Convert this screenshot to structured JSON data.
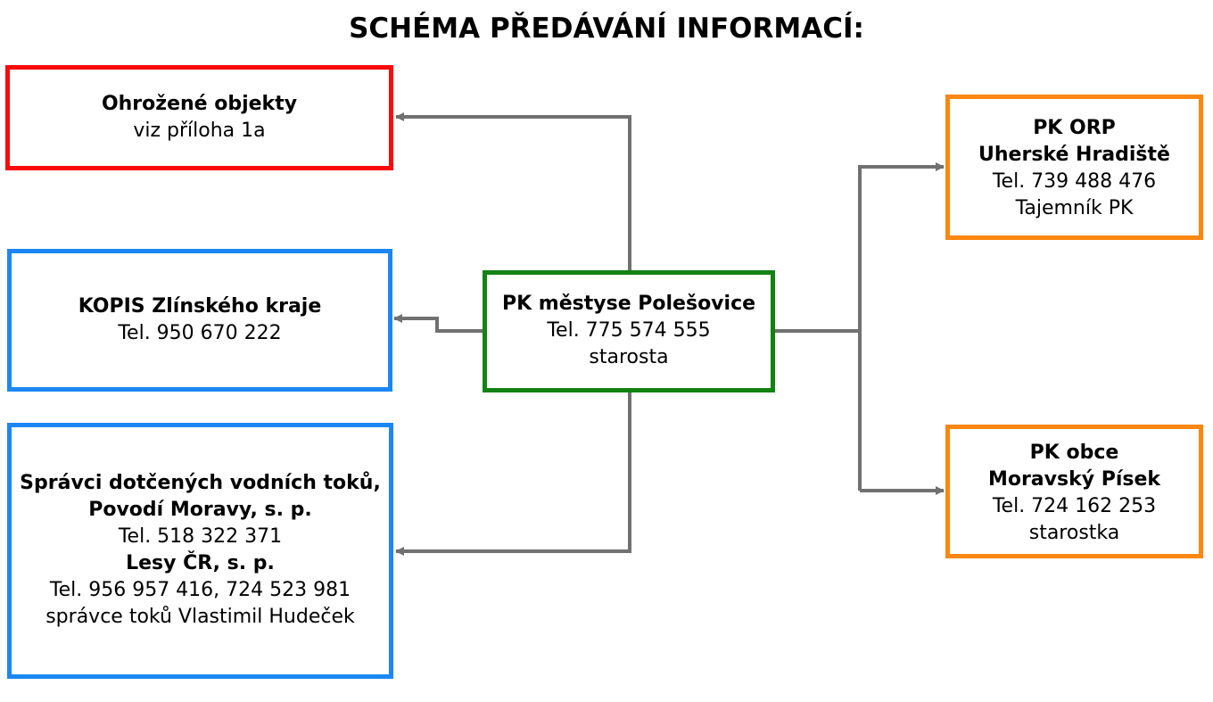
{
  "title": "SCHÉMA PŘEDÁVÁNÍ INFORMACÍ:",
  "colors": {
    "red": "#fb0a0a",
    "blue": "#1c86f3",
    "green": "#128212",
    "orange": "#fa8711",
    "arrow": "#707070"
  },
  "boxes": {
    "threatened": {
      "name": "Ohrožené objekty",
      "detail": "viz příloha 1a"
    },
    "kopis": {
      "name": "KOPIS Zlínského kraje",
      "phone": "Tel. 950 670 222"
    },
    "water": {
      "name1": "Správci dotčených vodních toků,",
      "name2": "Povodí Moravy, s. p.",
      "phone1": "Tel. 518 322 371",
      "name3": "Lesy ČR, s. p.",
      "phone2": "Tel. 956 957 416, 724 523 981",
      "role": "správce toků Vlastimil Hudeček"
    },
    "center": {
      "name": "PK městyse Polešovice",
      "phone": "Tel. 775 574 555",
      "role": "starosta"
    },
    "orp": {
      "name1": "PK ORP",
      "name2": "Uherské Hradiště",
      "phone": "Tel. 739 488 476",
      "role": "Tajemník PK"
    },
    "obec": {
      "name1": "PK obce",
      "name2": "Moravský Písek",
      "phone": "Tel. 724 162 253",
      "role": "starostka"
    }
  }
}
